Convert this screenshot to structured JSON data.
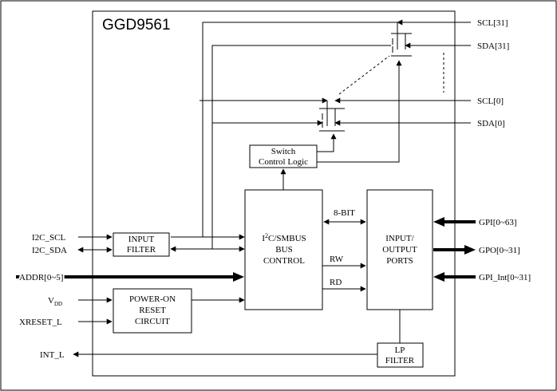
{
  "chip_name": "GGD9561",
  "signals": {
    "scl31": "SCL[31]",
    "sda31": "SDA[31]",
    "scl0": "SCL[0]",
    "sda0": "SDA[0]",
    "i2c_scl": "I2C_SCL",
    "i2c_sda": "I2C_SDA",
    "addr": "ADDR[0~5]",
    "vdd": "V",
    "vdd_sub": "DD",
    "xreset": "XRESET_L",
    "int_l": "INT_L",
    "gpi": "GPI[0~63]",
    "gpo": "GPO[0~31]",
    "gpi_int": "GPI_Int[0~31]",
    "eight_bit": "8-BIT",
    "rw": "RW",
    "rd": "RD"
  },
  "blocks": {
    "switch_control": [
      "Switch",
      "Control Logic"
    ],
    "input_filter": [
      "INPUT",
      "FILTER"
    ],
    "bus_control": {
      "prefix": "I",
      "sup": "2",
      "rest": "C/SMBUS",
      "line2": "BUS",
      "line3": "CONTROL"
    },
    "io_ports": [
      "INPUT/",
      "OUTPUT",
      "PORTS"
    ],
    "power_on_reset": [
      "POWER-ON",
      "RESET",
      "CIRCUIT"
    ],
    "lp_filter": [
      "LP",
      "FILTER"
    ]
  }
}
